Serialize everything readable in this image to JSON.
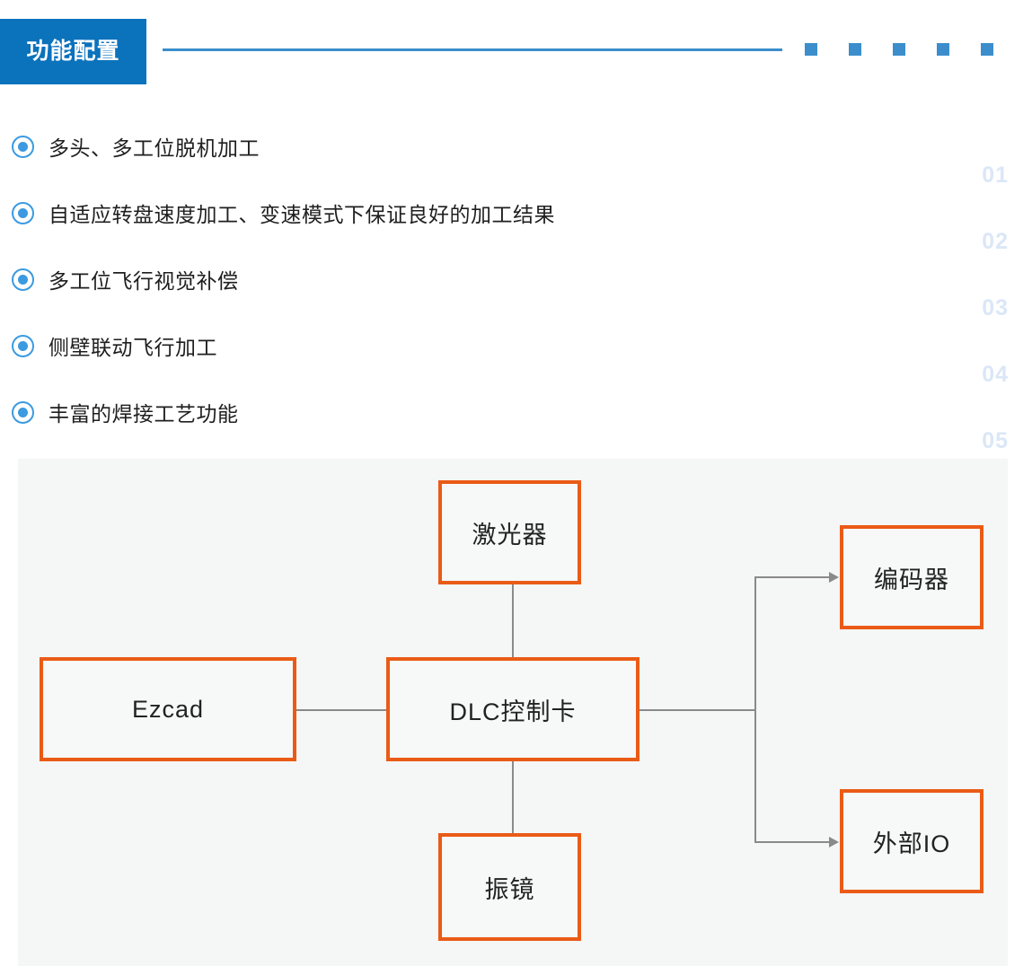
{
  "header": {
    "title": "功能配置",
    "accent_color": "#0b72bc",
    "rule_color": "#3b8ecb",
    "squares": 5
  },
  "features": [
    {
      "index": "01",
      "label": "多头、多工位脱机加工"
    },
    {
      "index": "02",
      "label": "自适应转盘速度加工、变速模式下保证良好的加工结果"
    },
    {
      "index": "03",
      "label": "多工位飞行视觉补偿"
    },
    {
      "index": "04",
      "label": "侧壁联动飞行加工"
    },
    {
      "index": "05",
      "label": "丰富的焊接工艺功能"
    }
  ],
  "diagram": {
    "type": "block-diagram",
    "node_border_color": "#ea5b16",
    "connector_color": "#8a8a8a",
    "panel_background": "#f5f6f6",
    "nodes": [
      {
        "id": "laser",
        "label": "激光器"
      },
      {
        "id": "ezcad",
        "label": "Ezcad"
      },
      {
        "id": "controller",
        "label": "DLC控制卡"
      },
      {
        "id": "encoder",
        "label": "编码器"
      },
      {
        "id": "galvo",
        "label": "振镜"
      },
      {
        "id": "external-io",
        "label": "外部IO"
      }
    ],
    "connections": [
      {
        "from": "laser",
        "to": "controller",
        "arrow": false
      },
      {
        "from": "ezcad",
        "to": "controller",
        "arrow": false
      },
      {
        "from": "controller",
        "to": "galvo",
        "arrow": false
      },
      {
        "from": "controller",
        "to": "encoder",
        "arrow": true
      },
      {
        "from": "controller",
        "to": "external-io",
        "arrow": true
      }
    ]
  }
}
